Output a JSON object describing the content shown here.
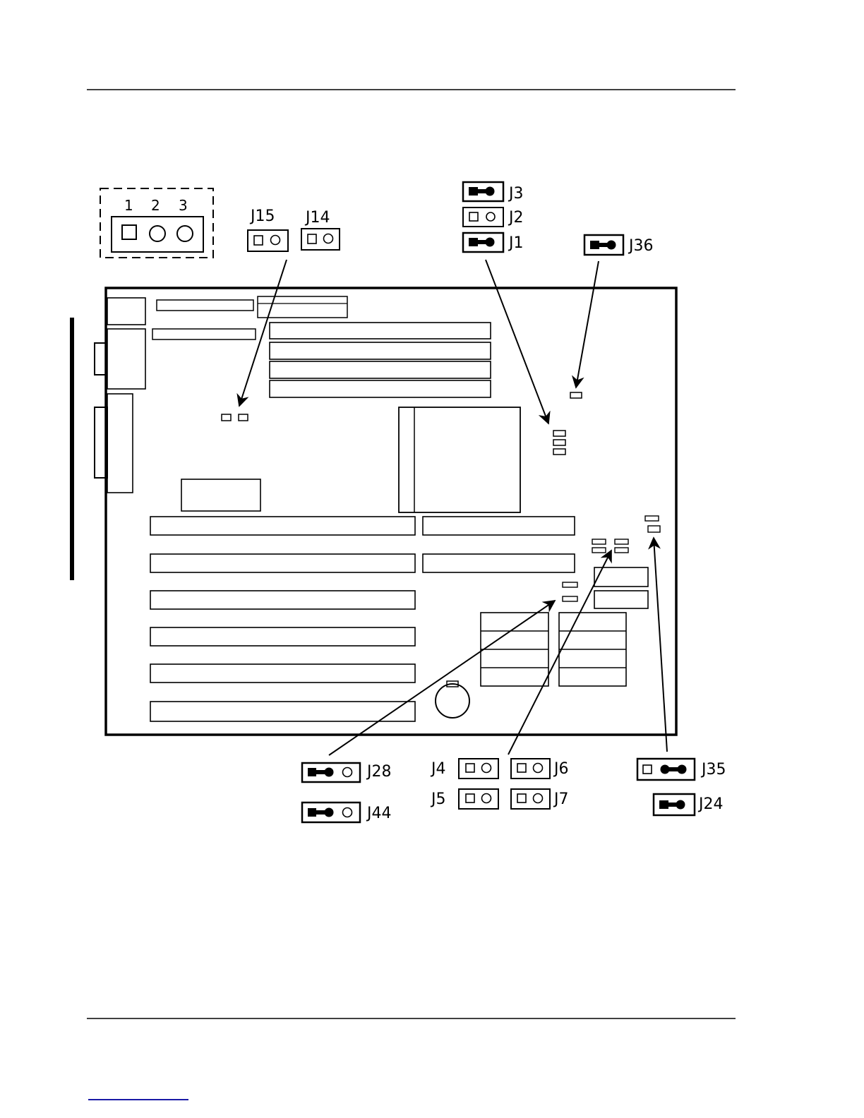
{
  "legend": {
    "pin_numbers": [
      "1",
      "2",
      "3"
    ]
  },
  "jumpers": {
    "j15": "J15",
    "j14": "J14",
    "j3": "J3",
    "j2": "J2",
    "j1": "J1",
    "j36": "J36",
    "j28": "J28",
    "j44": "J44",
    "j4": "J4",
    "j5": "J5",
    "j6": "J6",
    "j7": "J7",
    "j35": "J35",
    "j24": "J24"
  },
  "colors": {
    "ink": "#000000",
    "paper": "#ffffff",
    "link": "#1a1aa6"
  }
}
